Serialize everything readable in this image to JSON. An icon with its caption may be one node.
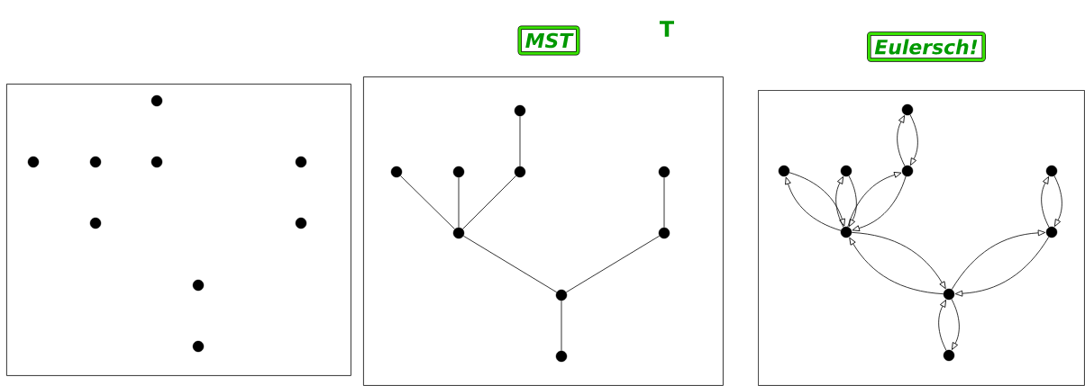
{
  "diagram": {
    "nodes": [
      {
        "text": [
          "MST"
        ]
      },
      {
        "text": [
          "Eulersch!"
        ]
      },
      {
        "text": [],
        "shape": "box"
      },
      {
        "text": [],
        "shape": "circle",
        "in": 2
      },
      {
        "text": [],
        "shape": "circle",
        "in": 2
      },
      {
        "text": [],
        "shape": "circle",
        "in": 2
      },
      {
        "text": [],
        "shape": "circle",
        "in": 2
      },
      {
        "text": [],
        "shape": "circle",
        "in": 2
      },
      {
        "text": [],
        "shape": "circle",
        "in": 2
      },
      {
        "text": [],
        "shape": "circle",
        "in": 2
      },
      {
        "text": [],
        "shape": "circle",
        "in": 2
      },
      {
        "text": [],
        "shape": "circle",
        "in": 2
      },
      {
        "text": [],
        "shape": "box"
      },
      {
        "text": [],
        "shape": "circle",
        "in": 12
      },
      {
        "text": [],
        "shape": "circle",
        "in": 12
      },
      {
        "text": [],
        "shape": "circle",
        "in": 12
      },
      {
        "text": [],
        "shape": "circle",
        "in": 12
      },
      {
        "text": [],
        "shape": "circle",
        "in": 12
      },
      {
        "text": [],
        "shape": "circle",
        "in": 12
      },
      {
        "text": [],
        "shape": "circle",
        "in": 12
      },
      {
        "text": [],
        "shape": "circle",
        "in": 12
      },
      {
        "text": [],
        "shape": "circle",
        "in": 12
      },
      {
        "text": [],
        "shape": "box"
      },
      {
        "text": [],
        "shape": "circle",
        "in": 22
      },
      {
        "text": [],
        "shape": "circle",
        "in": 22
      },
      {
        "text": [],
        "shape": "circle",
        "in": 22
      },
      {
        "text": [],
        "shape": "circle",
        "in": 22
      },
      {
        "text": [],
        "shape": "circle",
        "in": 22
      },
      {
        "text": [],
        "shape": "circle",
        "in": 22
      },
      {
        "text": [],
        "shape": "circle",
        "in": 22
      },
      {
        "text": [],
        "shape": "circle",
        "in": 22
      },
      {
        "text": [],
        "shape": "circle",
        "in": 22
      }
    ],
    "edges": [
      {
        "from": 13,
        "to": 16,
        "arrow": "none"
      },
      {
        "from": 14,
        "to": 18,
        "arrow": "none"
      },
      {
        "from": 15,
        "to": 18,
        "arrow": "none"
      },
      {
        "from": 16,
        "to": 18,
        "arrow": "none"
      },
      {
        "from": 17,
        "to": 19,
        "arrow": "none"
      },
      {
        "from": 18,
        "to": 20,
        "arrow": "none"
      },
      {
        "from": 19,
        "to": 20,
        "arrow": "none"
      },
      {
        "from": 20,
        "to": 21,
        "arrow": "none"
      },
      {
        "from": 23,
        "to": 26,
        "arrow": "to"
      },
      {
        "from": 26,
        "to": 23,
        "arrow": "to"
      },
      {
        "from": 24,
        "to": 28,
        "arrow": "to"
      },
      {
        "from": 28,
        "to": 24,
        "arrow": "to"
      },
      {
        "from": 25,
        "to": 28,
        "arrow": "to"
      },
      {
        "from": 28,
        "to": 25,
        "arrow": "to"
      },
      {
        "from": 26,
        "to": 28,
        "arrow": "to"
      },
      {
        "from": 28,
        "to": 26,
        "arrow": "to"
      },
      {
        "from": 27,
        "to": 29,
        "arrow": "to"
      },
      {
        "from": 29,
        "to": 27,
        "arrow": "to"
      },
      {
        "from": 28,
        "to": 30,
        "arrow": "to"
      },
      {
        "from": 30,
        "to": 28,
        "arrow": "to"
      },
      {
        "from": 29,
        "to": 30,
        "arrow": "to"
      },
      {
        "from": 30,
        "to": 29,
        "arrow": "to"
      },
      {
        "from": 30,
        "to": 31,
        "arrow": "to"
      },
      {
        "from": 31,
        "to": 30,
        "arrow": "to"
      }
    ],
    "labels": [
      "T"
    ]
  }
}
